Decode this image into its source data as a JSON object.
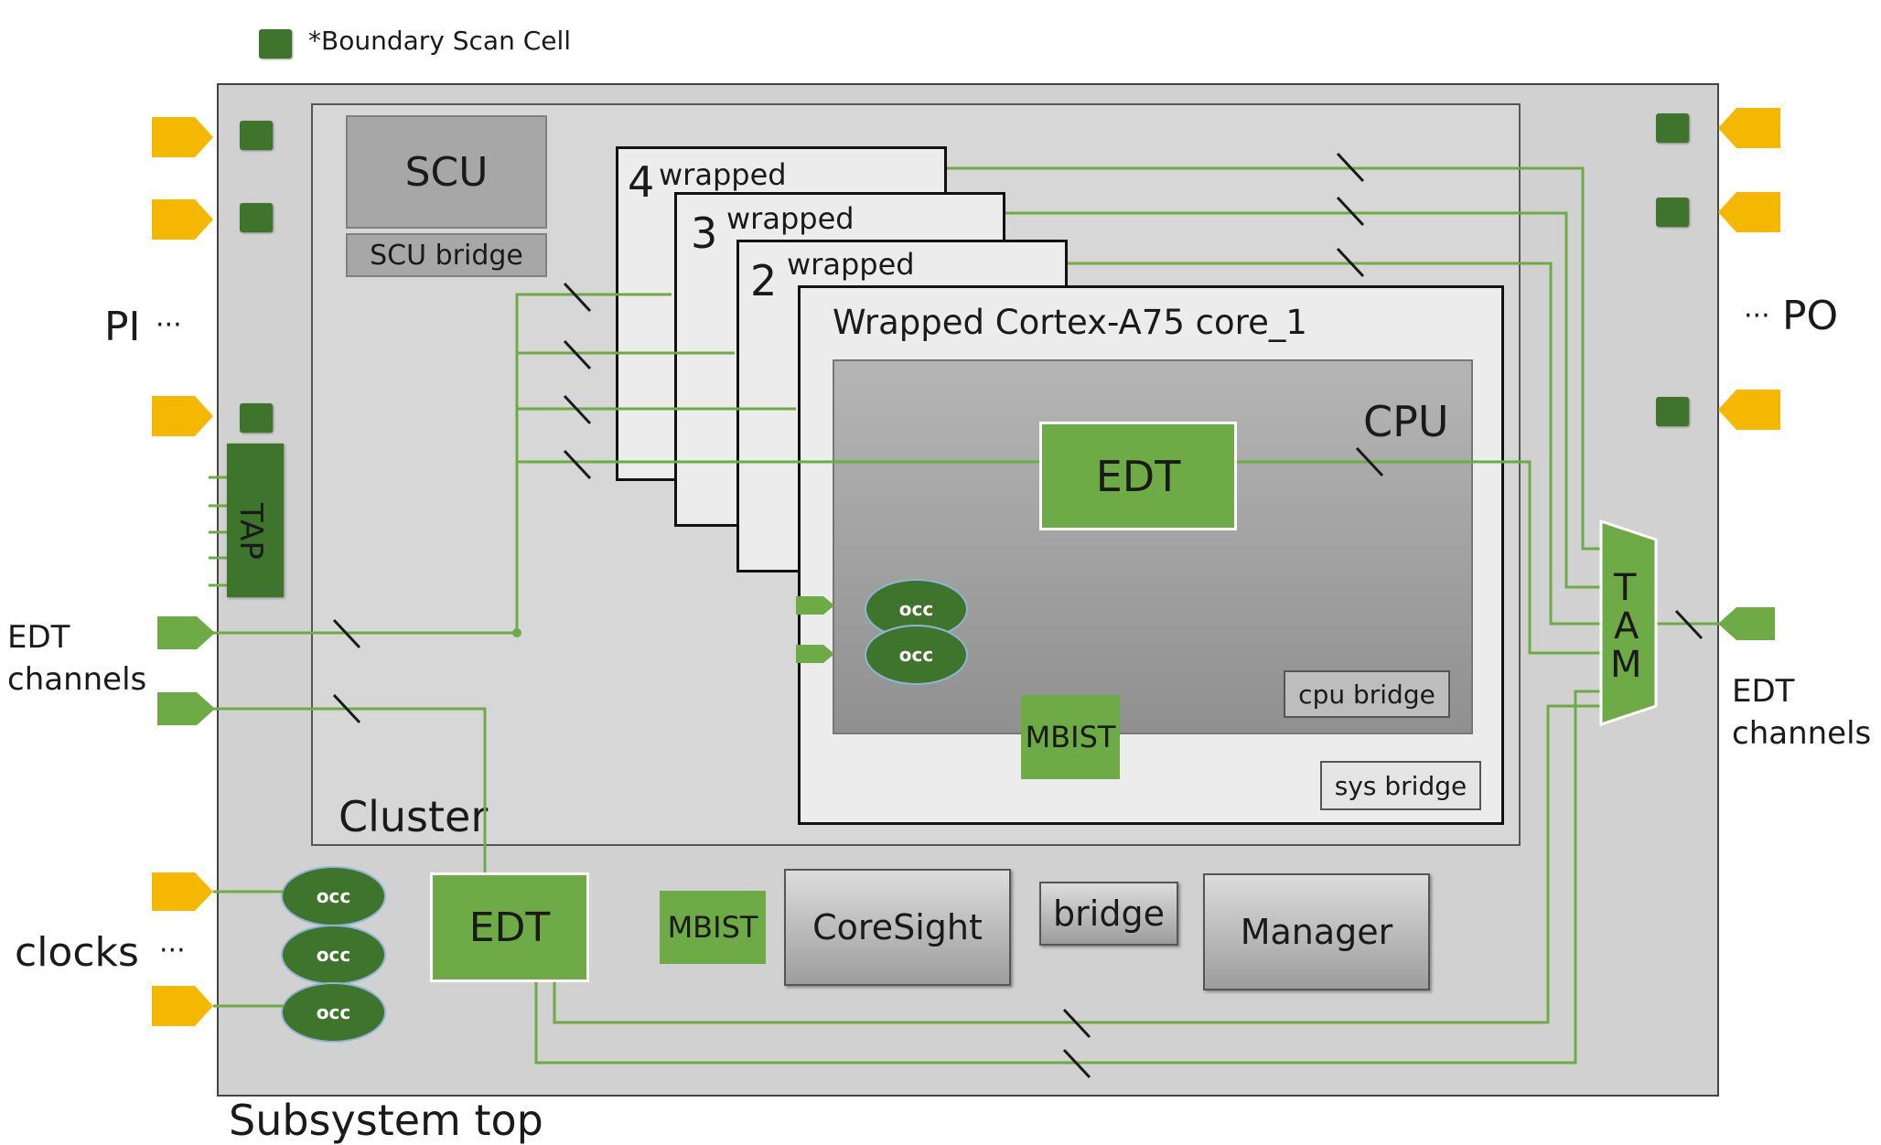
{
  "legend": {
    "label": "*Boundary Scan Cell",
    "cell_color": "#3f742d"
  },
  "subsystem": {
    "label": "Subsystem top"
  },
  "cluster": {
    "label": "Cluster"
  },
  "scu": {
    "label": "SCU",
    "bridge": "SCU bridge"
  },
  "cores": [
    {
      "num": "4",
      "label": "wrapped"
    },
    {
      "num": "3",
      "label": "wrapped"
    },
    {
      "num": "2",
      "label": "wrapped"
    }
  ],
  "core1": {
    "title": "Wrapped Cortex-A75 core_1",
    "cpu_label": "CPU",
    "edt": "EDT",
    "occ": [
      "occ",
      "occ"
    ],
    "mbist": "MBIST",
    "cpu_bridge": "cpu bridge",
    "sys_bridge": "sys bridge"
  },
  "left_io": {
    "pi": "PI",
    "pi_dots": "···",
    "tap": "TAP",
    "edt_channels": "EDT\nchannels",
    "clocks": "clocks",
    "clocks_dots": "···"
  },
  "right_io": {
    "po": "PO",
    "po_dots": "···",
    "edt_channels": "EDT\nchannels"
  },
  "bottom": {
    "occ": [
      "occ",
      "occ",
      "occ"
    ],
    "edt": "EDT",
    "mbist": "MBIST",
    "coresight": "CoreSight",
    "bridge": "bridge",
    "manager": "Manager"
  },
  "tam": [
    "T",
    "A",
    "M"
  ],
  "colors": {
    "wire": "#6eaa45",
    "pad": "#f5b800",
    "edt_pad": "#6eaa45",
    "block_green": "#6eaa45"
  }
}
